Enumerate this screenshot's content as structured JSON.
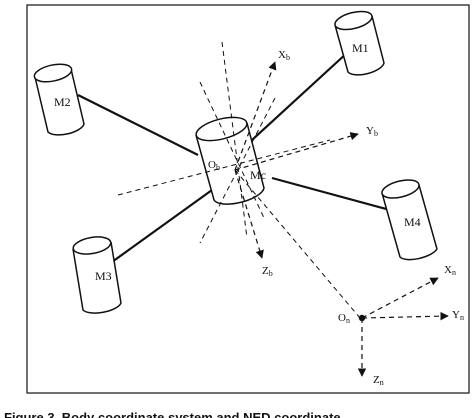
{
  "diagram": {
    "motors": {
      "m1": "M1",
      "m2": "M2",
      "m3": "M3",
      "m4": "M4",
      "center": "Mc"
    },
    "body_frame": {
      "origin": "O",
      "origin_sub": "b",
      "x_axis": "X",
      "x_sub": "b",
      "y_axis": "Y",
      "y_sub": "b",
      "z_axis": "Z",
      "z_sub": "b"
    },
    "nav_frame": {
      "origin": "O",
      "origin_sub": "n",
      "x_axis": "X",
      "x_sub": "n",
      "y_axis": "Y",
      "y_sub": "n",
      "z_axis": "Z",
      "z_sub": "n"
    },
    "caption": "Figure 3. Body coordinate system and NED coordinate"
  }
}
